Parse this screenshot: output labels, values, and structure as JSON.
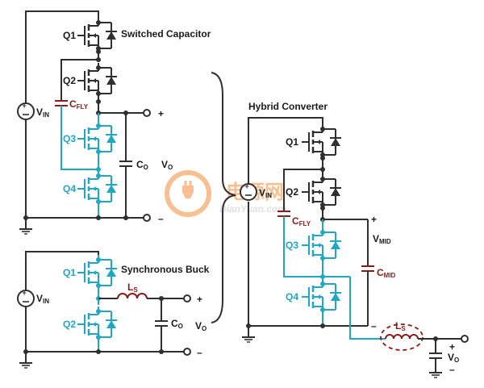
{
  "colors": {
    "wire": "#2f2f2f",
    "highlight": "#1fa8c4",
    "accent": "#8b1c1c",
    "watermark": "#f28c3a",
    "watermark_text": "#c8c8c8"
  },
  "switched_capacitor": {
    "title": "Switched Capacitor",
    "q1": "Q1",
    "q2": "Q2",
    "q3": "Q3",
    "q4": "Q4",
    "vin": "V",
    "vin_sub": "IN",
    "cfly": "C",
    "cfly_sub": "FLY",
    "co": "C",
    "co_sub": "O",
    "vo": "V",
    "vo_sub": "O",
    "plus": "+",
    "minus": "–"
  },
  "synchronous_buck": {
    "title": "Synchronous Buck",
    "q1": "Q1",
    "q2": "Q2",
    "vin": "V",
    "vin_sub": "IN",
    "ls": "L",
    "ls_sub": "S",
    "co": "C",
    "co_sub": "O",
    "vo": "V",
    "vo_sub": "O",
    "plus": "+",
    "minus": "–"
  },
  "hybrid_converter": {
    "title": "Hybrid Converter",
    "q1": "Q1",
    "q2": "Q2",
    "q3": "Q3",
    "q4": "Q4",
    "vin": "V",
    "vin_sub": "IN",
    "cfly": "C",
    "cfly_sub": "FLY",
    "vmid": "V",
    "vmid_sub": "MID",
    "cmid": "C",
    "cmid_sub": "MID",
    "ls": "L",
    "ls_sub": "S",
    "vo": "V",
    "vo_sub": "O",
    "plus": "+",
    "minus": "–"
  },
  "watermark": {
    "text": "DianYuan.com",
    "brand": "电源网"
  }
}
